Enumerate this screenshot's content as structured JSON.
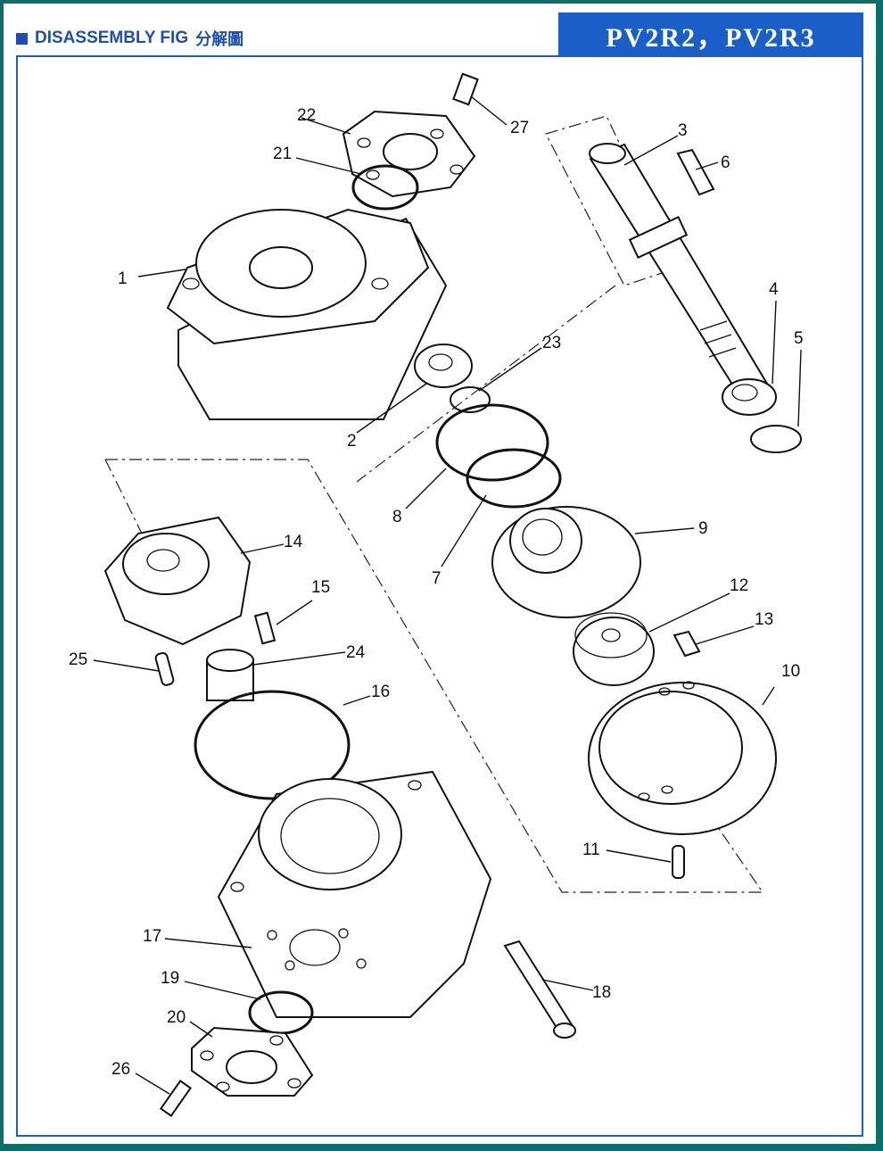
{
  "header": {
    "title": "DISASSEMBLY FIG",
    "title_zh": "分解圖",
    "model": "PV2R2，PV2R3",
    "accent_color": "#1a5ec8",
    "border_color": "#0b6f6a"
  },
  "part_labels": {
    "p1": "1",
    "p2": "2",
    "p3": "3",
    "p4": "4",
    "p5": "5",
    "p6": "6",
    "p7": "7",
    "p8": "8",
    "p9": "9",
    "p10": "10",
    "p11": "11",
    "p12": "12",
    "p13": "13",
    "p14": "14",
    "p15": "15",
    "p16": "16",
    "p17": "17",
    "p18": "18",
    "p19": "19",
    "p20": "20",
    "p21": "21",
    "p22": "22",
    "p23": "23",
    "p24": "24",
    "p25": "25",
    "p26": "26",
    "p27": "27"
  }
}
